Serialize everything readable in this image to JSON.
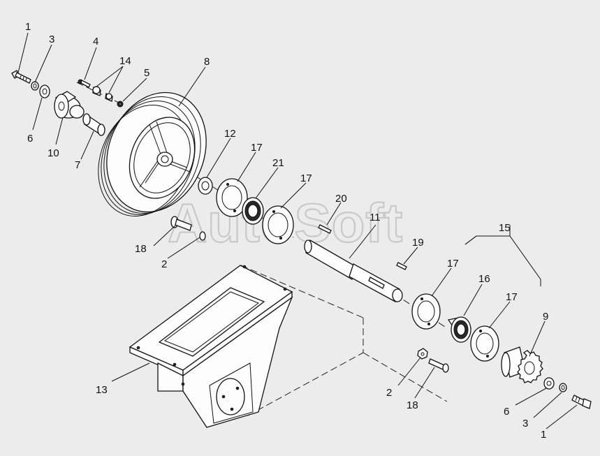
{
  "watermark": "AutoSoft",
  "callouts": [
    "1",
    "3",
    "4",
    "14",
    "5",
    "8",
    "6",
    "10",
    "7",
    "12",
    "17",
    "21",
    "17",
    "20",
    "11",
    "19",
    "15",
    "18",
    "2",
    "17",
    "16",
    "17",
    "9",
    "13",
    "2",
    "18",
    "6",
    "3",
    "1"
  ]
}
